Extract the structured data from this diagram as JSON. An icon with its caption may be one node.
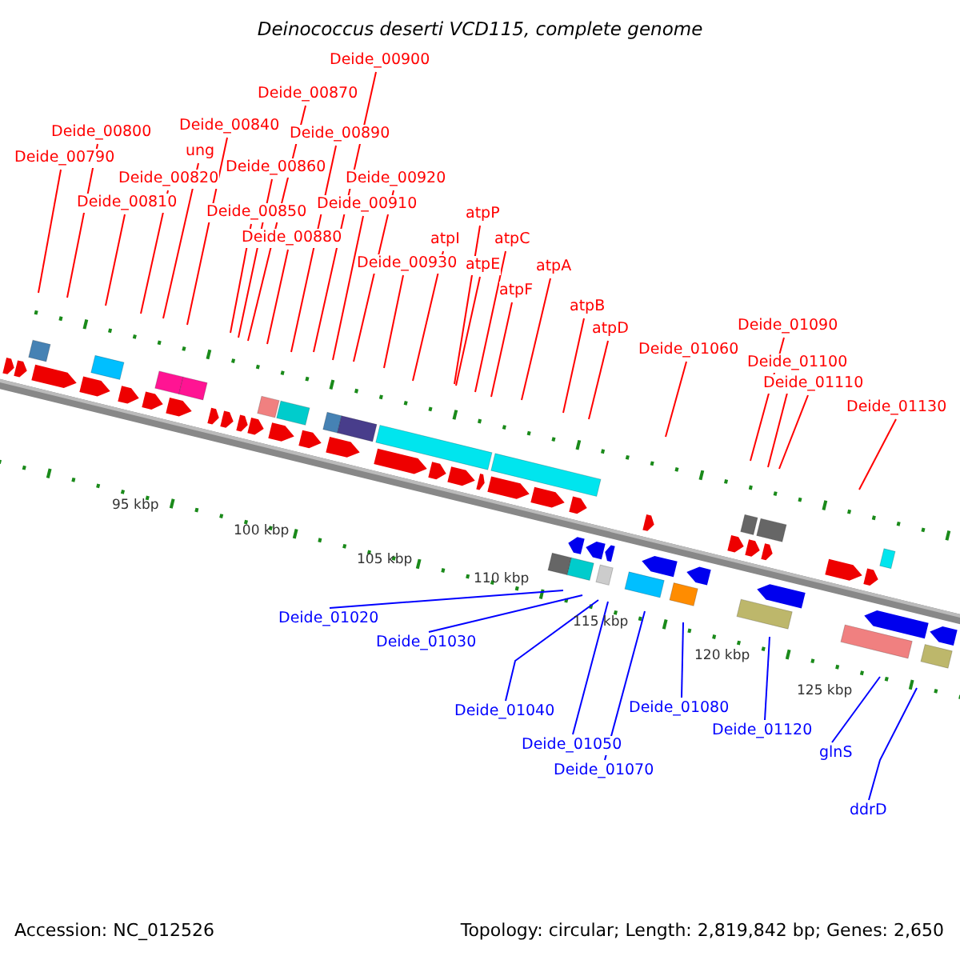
{
  "diagram": {
    "title": "Deinococcus deserti VCD115, complete genome",
    "nodes": [
      {
        "text": [
          "Deide_00790"
        ]
      },
      {
        "text": [
          "Deide_00800"
        ]
      },
      {
        "text": [
          "Deide_00810"
        ]
      },
      {
        "text": [
          "ung"
        ]
      },
      {
        "text": [
          "Deide_00820"
        ]
      },
      {
        "text": [
          "Deide_00840"
        ]
      },
      {
        "text": [
          "Deide_00850"
        ]
      },
      {
        "text": [
          "Deide_00860"
        ]
      },
      {
        "text": [
          "Deide_00870"
        ]
      },
      {
        "text": [
          "Deide_00880"
        ]
      },
      {
        "text": [
          "Deide_00890"
        ]
      },
      {
        "text": [
          "Deide_00900"
        ]
      },
      {
        "text": [
          "Deide_00910"
        ]
      },
      {
        "text": [
          "Deide_00920"
        ]
      },
      {
        "text": [
          "Deide_00930"
        ]
      },
      {
        "text": [
          "atpI"
        ]
      },
      {
        "text": [
          "atpP"
        ]
      },
      {
        "text": [
          "atpE"
        ]
      },
      {
        "text": [
          "atpC"
        ]
      },
      {
        "text": [
          "atpF"
        ]
      },
      {
        "text": [
          "atpA"
        ]
      },
      {
        "text": [
          "atpB"
        ]
      },
      {
        "text": [
          "atpD"
        ]
      },
      {
        "text": [
          "Deide_01060"
        ]
      },
      {
        "text": [
          "Deide_01090"
        ]
      },
      {
        "text": [
          "Deide_01100"
        ]
      },
      {
        "text": [
          "Deide_01110"
        ]
      },
      {
        "text": [
          "Deide_01130"
        ]
      },
      {
        "text": [
          "Deide_01020"
        ]
      },
      {
        "text": [
          "Deide_01030"
        ]
      },
      {
        "text": [
          "Deide_01040"
        ]
      },
      {
        "text": [
          "Deide_01050"
        ]
      },
      {
        "text": [
          "Deide_01070"
        ]
      },
      {
        "text": [
          "Deide_01080"
        ]
      },
      {
        "text": [
          "Deide_01120"
        ]
      },
      {
        "text": [
          "glnS"
        ]
      },
      {
        "text": [
          "ddrD"
        ]
      }
    ],
    "edges": [
      {
        "from": 0,
        "to": null,
        "arrow": "none"
      },
      {
        "from": 1,
        "to": null,
        "arrow": "none"
      },
      {
        "from": 2,
        "to": null,
        "arrow": "none"
      },
      {
        "from": 3,
        "to": null,
        "arrow": "none"
      },
      {
        "from": 4,
        "to": null,
        "arrow": "none"
      },
      {
        "from": 5,
        "to": null,
        "arrow": "none"
      },
      {
        "from": 6,
        "to": null,
        "arrow": "none"
      },
      {
        "from": 7,
        "to": null,
        "arrow": "none"
      },
      {
        "from": 8,
        "to": null,
        "arrow": "none"
      },
      {
        "from": 9,
        "to": null,
        "arrow": "none"
      },
      {
        "from": 10,
        "to": null,
        "arrow": "none"
      },
      {
        "from": 11,
        "to": null,
        "arrow": "none"
      },
      {
        "from": 12,
        "to": null,
        "arrow": "none"
      },
      {
        "from": 13,
        "to": null,
        "arrow": "none"
      },
      {
        "from": 14,
        "to": null,
        "arrow": "none"
      },
      {
        "from": 15,
        "to": null,
        "arrow": "none"
      },
      {
        "from": 16,
        "to": null,
        "arrow": "none"
      },
      {
        "from": 17,
        "to": null,
        "arrow": "none"
      },
      {
        "from": 18,
        "to": null,
        "arrow": "none"
      },
      {
        "from": 19,
        "to": null,
        "arrow": "none"
      },
      {
        "from": 20,
        "to": null,
        "arrow": "none"
      },
      {
        "from": 21,
        "to": null,
        "arrow": "none"
      },
      {
        "from": 22,
        "to": null,
        "arrow": "none"
      },
      {
        "from": 23,
        "to": null,
        "arrow": "none"
      },
      {
        "from": 24,
        "to": null,
        "arrow": "none"
      },
      {
        "from": 25,
        "to": null,
        "arrow": "none"
      },
      {
        "from": 26,
        "to": null,
        "arrow": "none"
      },
      {
        "from": 27,
        "to": null,
        "arrow": "none"
      },
      {
        "from": 28,
        "to": null,
        "arrow": "none",
        "color": "#0000ff"
      },
      {
        "from": 29,
        "to": null,
        "arrow": "none",
        "color": "#0000ff"
      },
      {
        "from": 30,
        "to": null,
        "arrow": "none",
        "color": "#0000ff"
      },
      {
        "from": 31,
        "to": null,
        "arrow": "none",
        "color": "#0000ff"
      },
      {
        "from": 32,
        "to": null,
        "arrow": "none",
        "color": "#0000ff"
      },
      {
        "from": 33,
        "to": null,
        "arrow": "none",
        "color": "#0000ff"
      },
      {
        "from": 34,
        "to": null,
        "arrow": "none",
        "color": "#0000ff"
      },
      {
        "from": 35,
        "to": null,
        "arrow": "none",
        "color": "#0000ff"
      },
      {
        "from": 36,
        "to": null,
        "arrow": "none",
        "color": "#0000ff"
      }
    ],
    "labels": [
      "95 kbp",
      "100 kbp",
      "105 kbp",
      "110 kbp",
      "115 kbp",
      "120 kbp",
      "125 kbp",
      "Accession: NC_012526",
      "Topology: circular; Length: 2,819,842 bp; Genes: 2,650"
    ]
  }
}
